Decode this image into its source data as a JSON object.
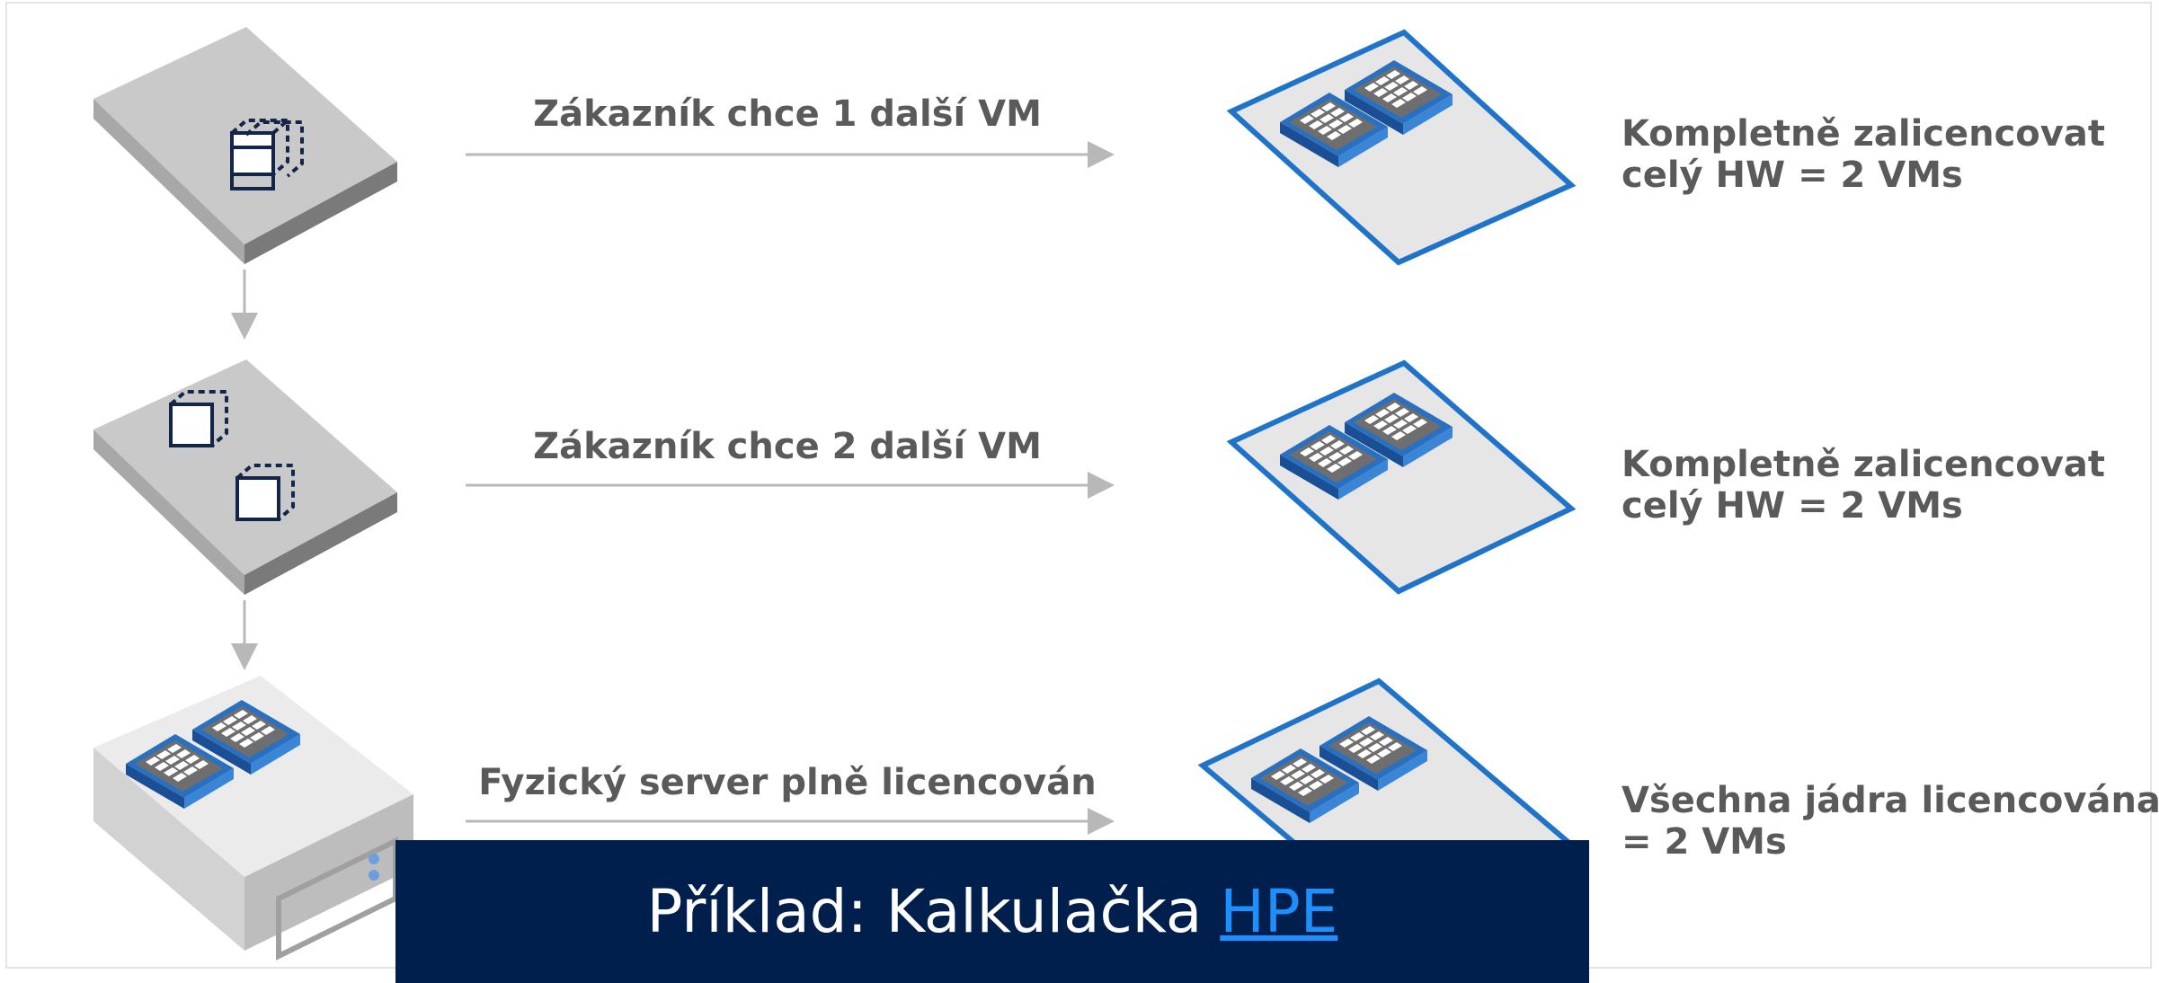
{
  "rows": [
    {
      "caption": "Zákazník chce 1 další VM",
      "result_line1": "Kompletně zalicencovat",
      "result_line2": "celý HW = 2 VMs"
    },
    {
      "caption": "Zákazník chce 2 další VM",
      "result_line1": "Kompletně zalicencovat",
      "result_line2": "celý HW = 2 VMs"
    },
    {
      "caption": "Fyzický server plně licencován",
      "result_line1": "Všechna jádra licencována",
      "result_line2": "= 2 VMs"
    }
  ],
  "banner": {
    "prefix": "Příklad: Kalkulačka",
    "link": "HPE"
  },
  "colors": {
    "accent_blue": "#1f73c8",
    "chip_blue": "#2a70c0",
    "navy": "#001f4d",
    "arrow_gray": "#b8b8b8",
    "text_gray": "#5a5a5a"
  },
  "icons": [
    "server-box-icon",
    "vm-cube-icon",
    "processor-chip-icon",
    "license-plane-icon",
    "rack-server-icon"
  ]
}
